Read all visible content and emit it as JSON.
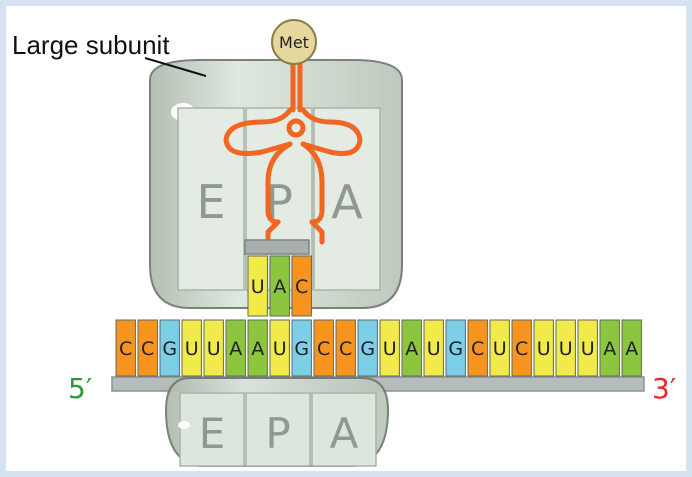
{
  "labels": {
    "large_subunit": "Large subunit",
    "amino_acid": "Met",
    "five_prime": "5′",
    "three_prime": "3′"
  },
  "sites": [
    "E",
    "P",
    "A"
  ],
  "anticodon": [
    "U",
    "A",
    "C"
  ],
  "mrna": [
    "C",
    "C",
    "G",
    "U",
    "U",
    "A",
    "A",
    "U",
    "G",
    "C",
    "C",
    "G",
    "U",
    "A",
    "U",
    "G",
    "C",
    "U",
    "C",
    "U",
    "U",
    "U",
    "A",
    "A"
  ],
  "colors": {
    "A": "#8cc63f",
    "C": "#f7941d",
    "G": "#7dcfe8",
    "U": "#f2ea4a",
    "trna": "#f26522",
    "five_prime": "#2a9a3c",
    "three_prime": "#e8272a",
    "ribosome": "#c7d3c8"
  }
}
